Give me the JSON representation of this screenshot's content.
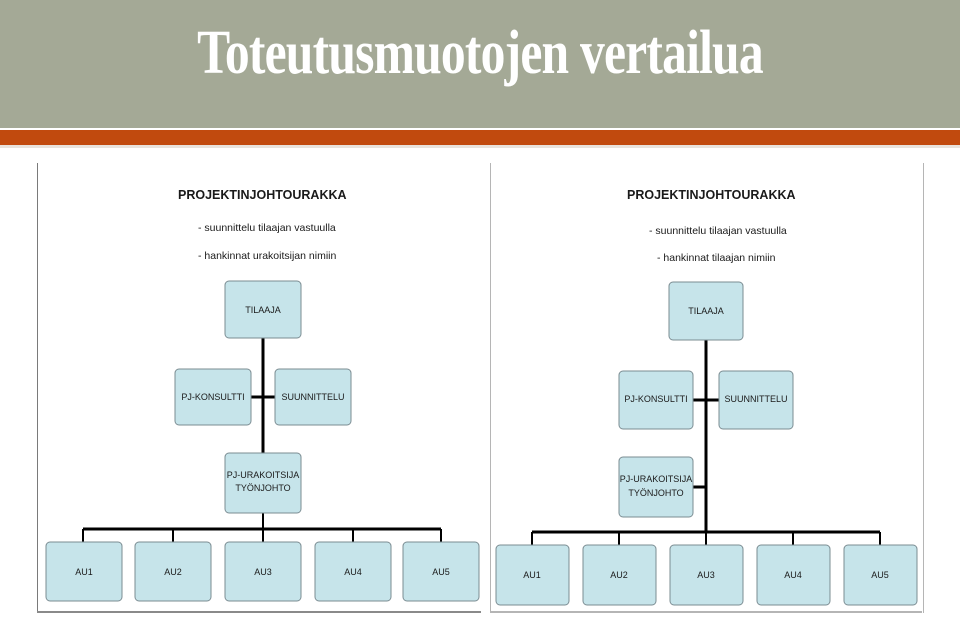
{
  "slide": {
    "title": "Toteutusmuotojen vertailua",
    "colors": {
      "title_bar": "#a4a996",
      "accent": "#c14a0e",
      "box_fill": "#c6e4ea"
    }
  },
  "diagrams": [
    {
      "heading": "PROJEKTINJOHTOURAKKA",
      "notes": [
        "- suunnittelu tilaajan vastuulla",
        "- hankinnat urakoitsijan nimiin"
      ],
      "nodes": {
        "client": "TILAAJA",
        "pm_consultant": "PJ-KONSULTTI",
        "design": "SUUNNITTELU",
        "pm_contractor": [
          "PJ-URAKOITSIJA",
          "TYÖNJOHTO"
        ],
        "subcontractors": [
          "AU1",
          "AU2",
          "AU3",
          "AU4",
          "AU5"
        ]
      }
    },
    {
      "heading": "PROJEKTINJOHTOURAKKA",
      "notes": [
        "- suunnittelu tilaajan vastuulla",
        "- hankinnat tilaajan nimiin"
      ],
      "nodes": {
        "client": "TILAAJA",
        "pm_consultant": "PJ-KONSULTTI",
        "design": "SUUNNITTELU",
        "pm_contractor": [
          "PJ-URAKOITSIJA",
          "TYÖNJOHTO"
        ],
        "subcontractors": [
          "AU1",
          "AU2",
          "AU3",
          "AU4",
          "AU5"
        ]
      }
    }
  ]
}
